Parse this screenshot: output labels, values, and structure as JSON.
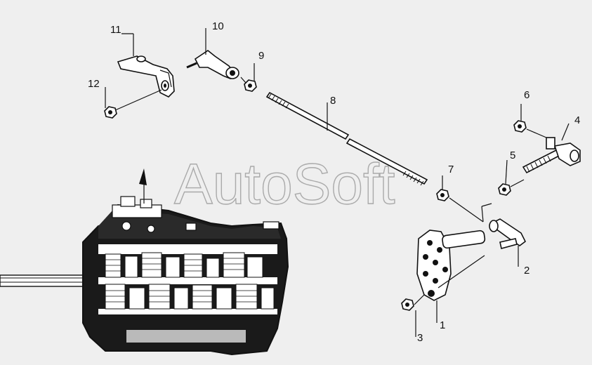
{
  "watermark": "AutoSoft",
  "callouts": [
    "1",
    "2",
    "3",
    "4",
    "5",
    "6",
    "7",
    "8",
    "9",
    "10",
    "11",
    "12"
  ]
}
